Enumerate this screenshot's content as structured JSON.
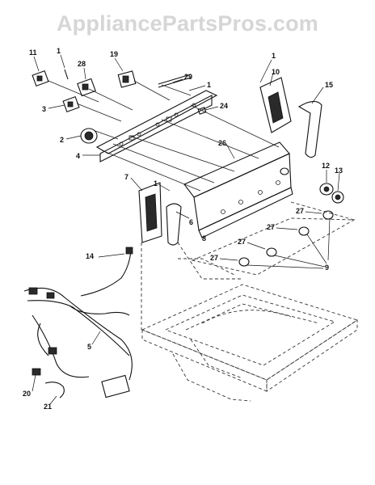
{
  "watermark": "AppliancePartsPros.com",
  "callouts": [
    {
      "id": "c11a",
      "text": "11"
    },
    {
      "id": "c1a",
      "text": "1"
    },
    {
      "id": "c28a",
      "text": "28"
    },
    {
      "id": "c19",
      "text": "19"
    },
    {
      "id": "c29",
      "text": "29"
    },
    {
      "id": "c1b",
      "text": "1"
    },
    {
      "id": "c1c",
      "text": "1"
    },
    {
      "id": "c10",
      "text": "10"
    },
    {
      "id": "c15",
      "text": "15"
    },
    {
      "id": "c24",
      "text": "24"
    },
    {
      "id": "c3",
      "text": "3"
    },
    {
      "id": "c2",
      "text": "2"
    },
    {
      "id": "c4",
      "text": "4"
    },
    {
      "id": "c26",
      "text": "26"
    },
    {
      "id": "c7",
      "text": "7"
    },
    {
      "id": "c1d",
      "text": "1"
    },
    {
      "id": "c6",
      "text": "6"
    },
    {
      "id": "c12",
      "text": "12"
    },
    {
      "id": "c13",
      "text": "13"
    },
    {
      "id": "c27a",
      "text": "27"
    },
    {
      "id": "c27b",
      "text": "27"
    },
    {
      "id": "c27c",
      "text": "27"
    },
    {
      "id": "c27d",
      "text": "27"
    },
    {
      "id": "c8",
      "text": "8"
    },
    {
      "id": "c9",
      "text": "9"
    },
    {
      "id": "c14",
      "text": "14"
    },
    {
      "id": "c5",
      "text": "5"
    },
    {
      "id": "c20",
      "text": "20"
    },
    {
      "id": "c21",
      "text": "21"
    }
  ]
}
